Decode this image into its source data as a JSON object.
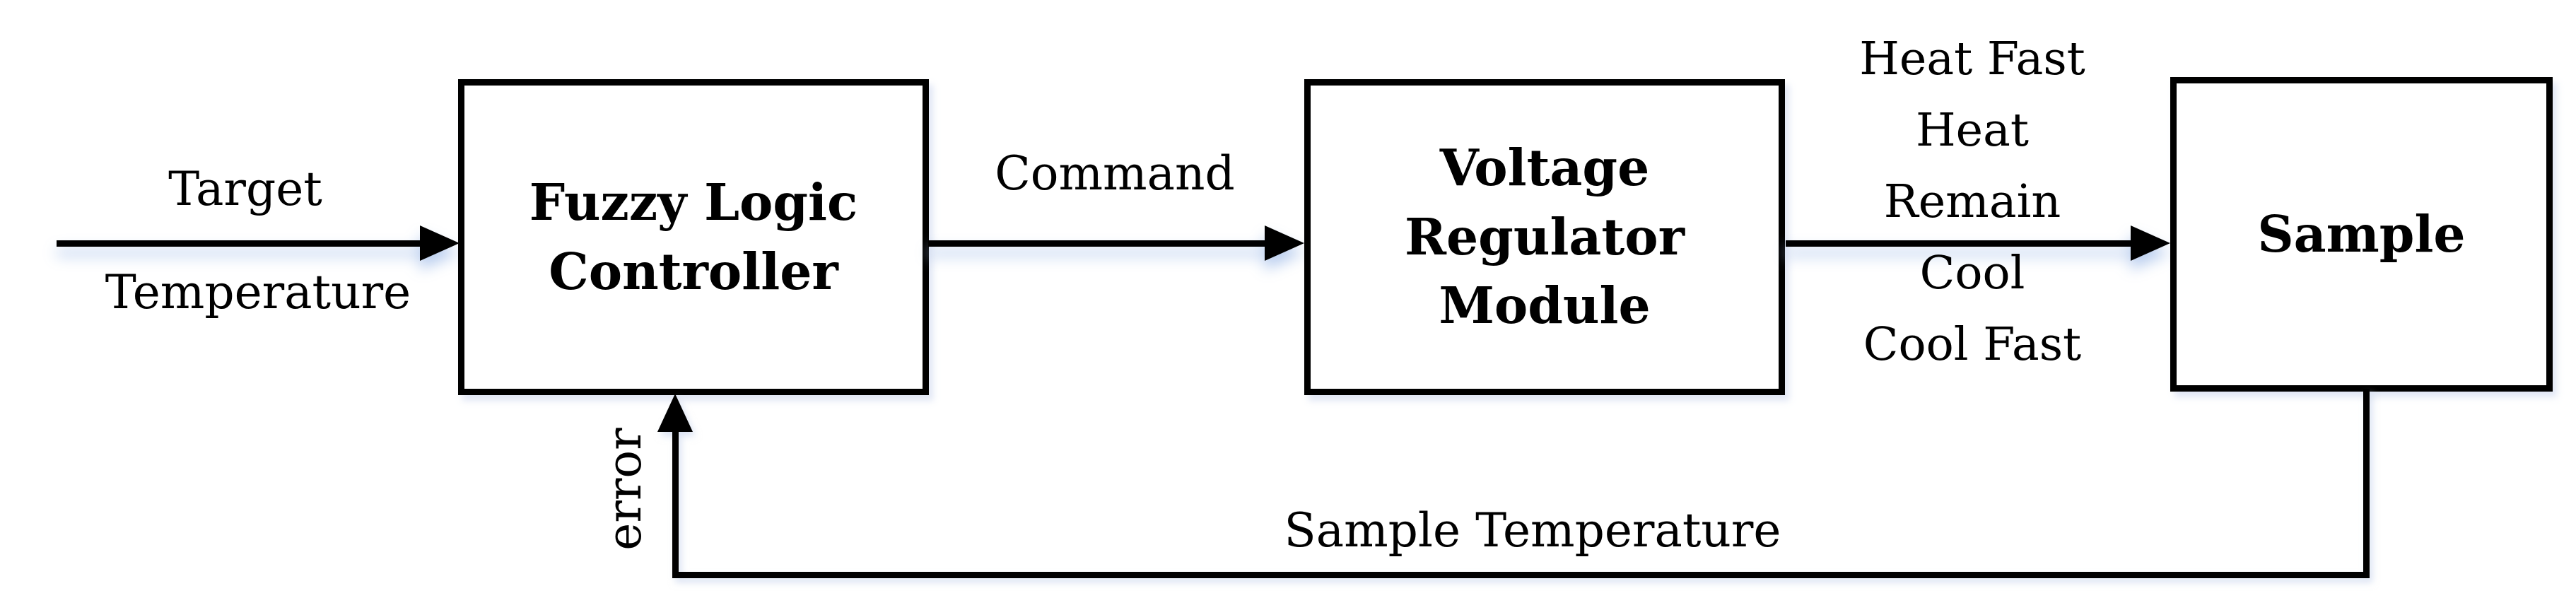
{
  "diagram": {
    "background_color": "#ffffff",
    "line_color": "#000000",
    "arrow_shadow_color": "#aac3eb",
    "nodes": [
      {
        "id": "fuzzy-logic-controller",
        "lines": [
          "Fuzzy Logic",
          "Controller"
        ]
      },
      {
        "id": "voltage-regulator-module",
        "lines": [
          "Voltage",
          "Regulator",
          "Module"
        ]
      },
      {
        "id": "sample",
        "lines": [
          "Sample"
        ]
      }
    ],
    "edges": {
      "input": {
        "to": "fuzzy-logic-controller",
        "lines": [
          "Target",
          "Temperature"
        ]
      },
      "command": {
        "from": "fuzzy-logic-controller",
        "to": "voltage-regulator-module",
        "label": "Command"
      },
      "regulation": {
        "from": "voltage-regulator-module",
        "to": "sample",
        "labels": [
          "Heat Fast",
          "Heat",
          "Remain",
          "Cool",
          "Cool Fast"
        ]
      },
      "feedback": {
        "from": "sample",
        "to": "fuzzy-logic-controller",
        "label": "Sample Temperature",
        "error_label": "error"
      }
    }
  }
}
